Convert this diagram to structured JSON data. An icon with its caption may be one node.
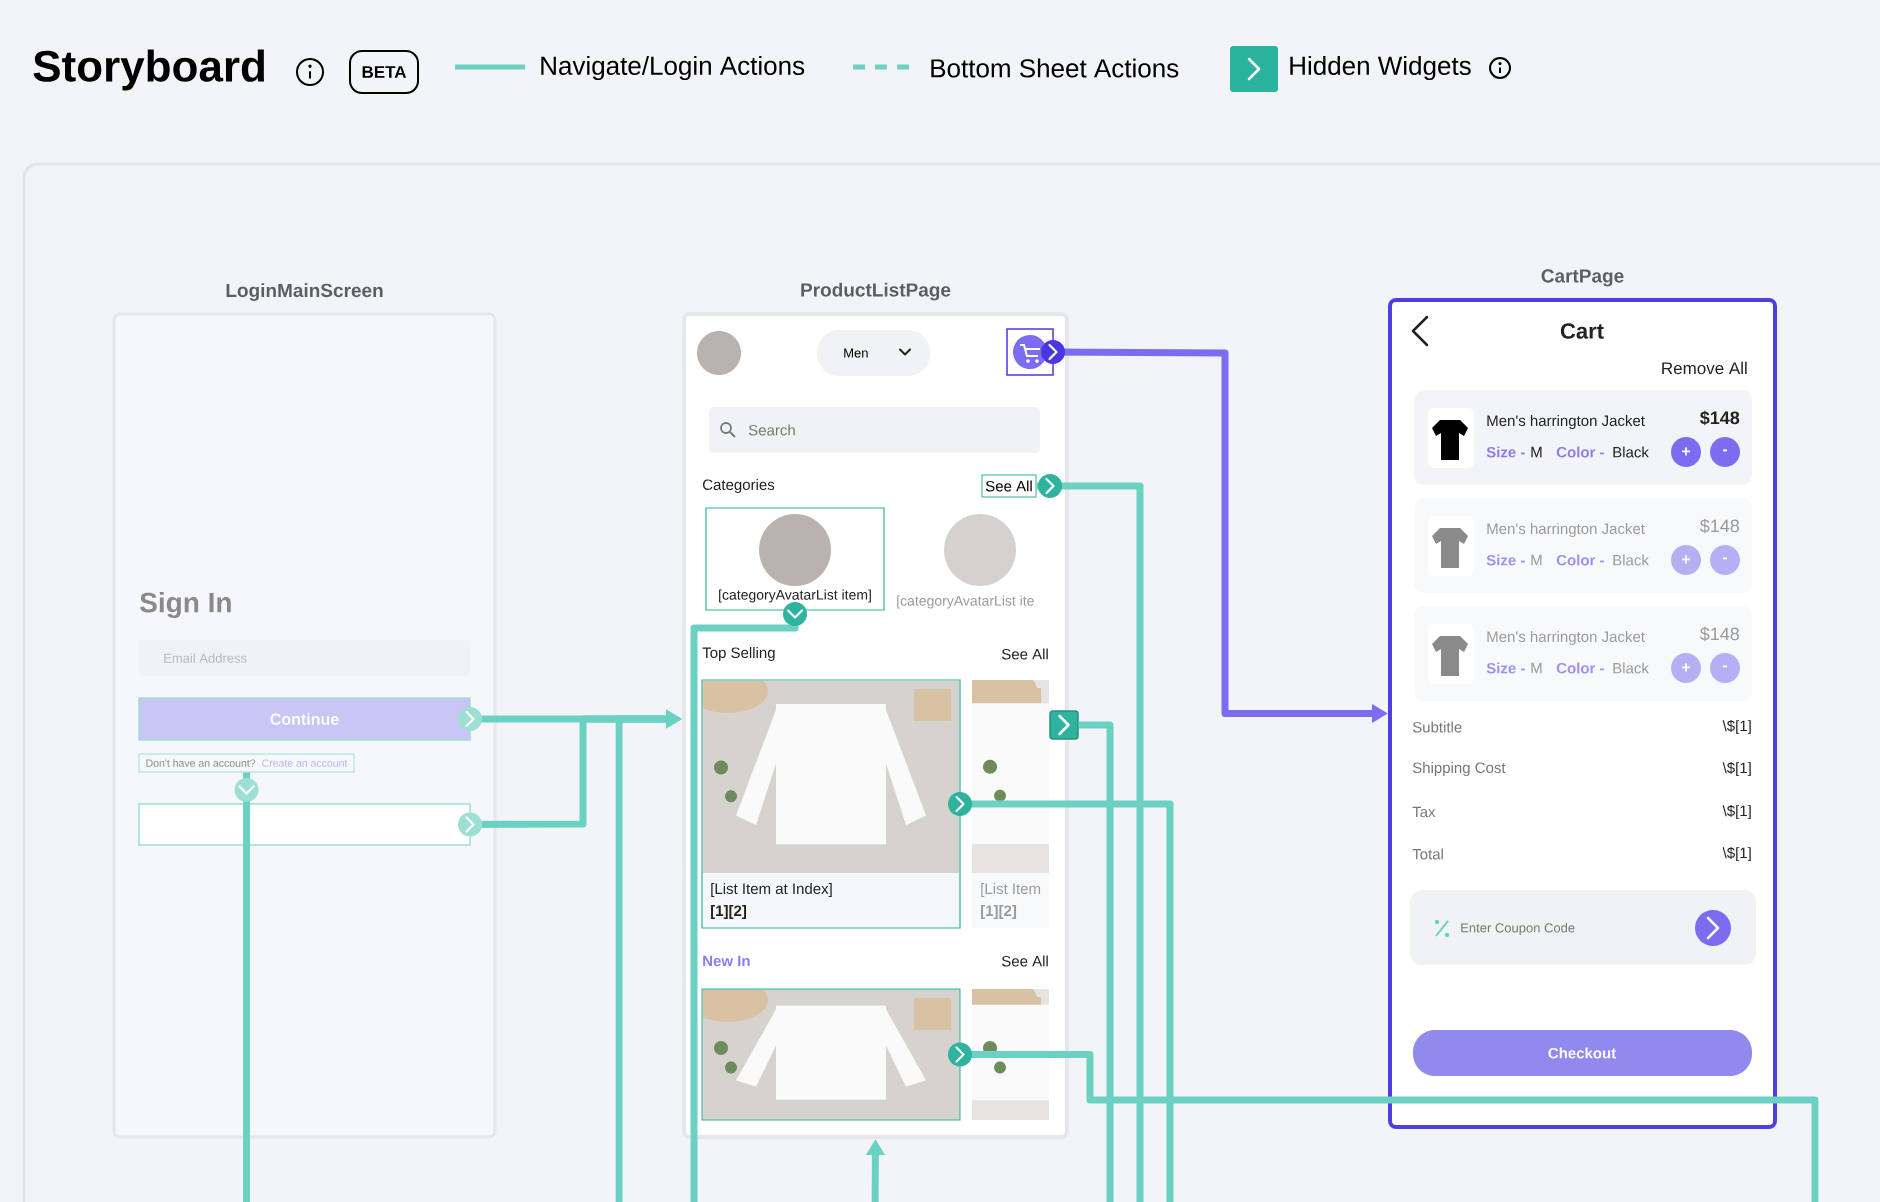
{
  "diagram": {
    "title": "Storyboard",
    "nodes": [
      {
        "text": [
          "LoginMainScreen"
        ]
      },
      {
        "text": [
          "Email Address"
        ],
        "in": 0
      },
      {
        "text": [
          "Continue"
        ],
        "in": 0
      },
      {
        "text": [
          "Don't have an account?",
          "Create an account"
        ],
        "in": 0
      },
      {
        "text": [],
        "shape": "box",
        "in": 0
      },
      {
        "text": [
          "ProductListPage"
        ]
      },
      {
        "text": [],
        "shape": "circle",
        "in": 5
      },
      {
        "text": [
          "See All"
        ],
        "in": 5
      },
      {
        "text": [
          "[categoryAvatarList item]"
        ],
        "in": 5
      },
      {
        "text": [
          "[List Item at Index]",
          "[1][2]"
        ],
        "in": 5
      },
      {
        "text": [],
        "shape": "box"
      },
      {
        "text": [],
        "shape": "picture",
        "in": 5
      },
      {
        "text": [
          "CartPage"
        ]
      }
    ],
    "edges": [
      {
        "from": 2,
        "to": 5,
        "arrow": "to"
      },
      {
        "from": 4,
        "to": 5,
        "arrow": "to"
      },
      {
        "from": null,
        "to": 5,
        "arrow": "to"
      },
      {
        "from": 3,
        "to": null,
        "arrow": "none"
      },
      {
        "from": 6,
        "to": 12,
        "arrow": "to",
        "color": "#7b6cf0"
      },
      {
        "from": 7,
        "to": null,
        "arrow": "none"
      },
      {
        "from": 8,
        "to": null,
        "arrow": "none"
      },
      {
        "from": 9,
        "to": null,
        "arrow": "none"
      },
      {
        "from": 10,
        "to": null,
        "arrow": "none"
      },
      {
        "from": 11,
        "to": null,
        "arrow": "none"
      },
      {
        "from": null,
        "to": 5,
        "arrow": "to"
      }
    ],
    "labels": [
      "BETA",
      "Sign In",
      "Men",
      "Search",
      "Categories",
      "[categoryAvatarList ite",
      "Top Selling",
      "See All",
      "[List Item",
      "[1][2]",
      "New In",
      "See All",
      "Cart",
      "Remove All",
      "Men's harrington Jacket",
      "$148",
      "Size -",
      "M",
      "Color -",
      "Black",
      "+",
      "-",
      "Men's harrington Jacket",
      "$148",
      "Size -",
      "M",
      "Color -",
      "Black",
      "+",
      "-",
      "Men's harrington Jacket",
      "$148",
      "Size -",
      "M",
      "Color -",
      "Black",
      "+",
      "-",
      "Subtitle",
      "\\$[1]",
      "Shipping Cost",
      "\\$[1]",
      "Tax",
      "\\$[1]",
      "Total",
      "\\$[1]",
      "Enter Coupon Code",
      "Checkout"
    ],
    "legend": [
      {
        "text": "Navigate/Login Actions"
      },
      {
        "text": "Bottom Sheet Actions"
      },
      {
        "text": "Hidden Widgets",
        "color": "#2bb39e"
      }
    ]
  }
}
